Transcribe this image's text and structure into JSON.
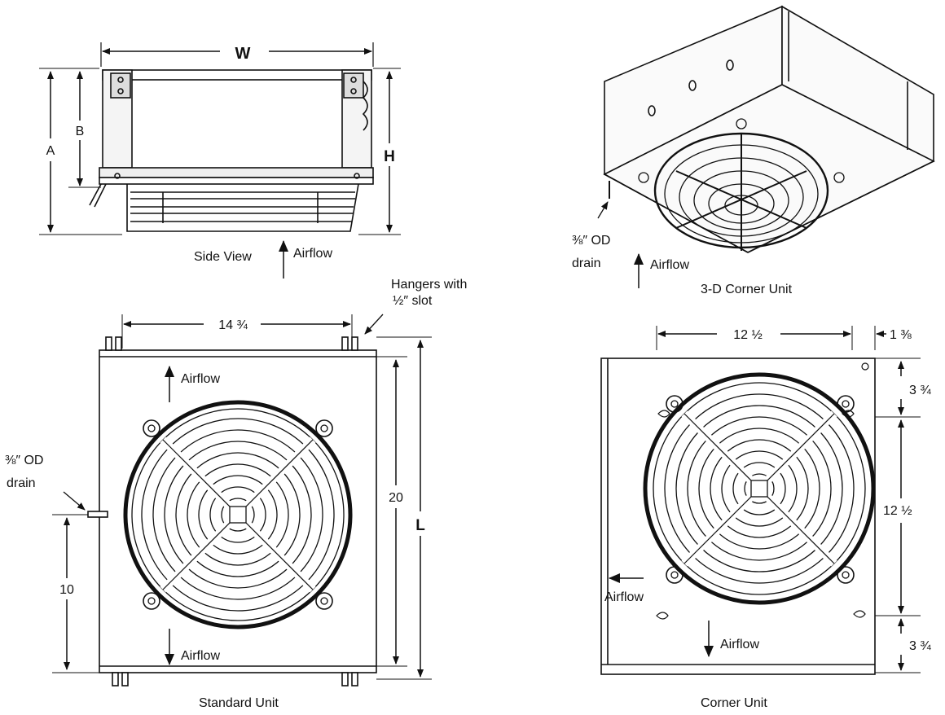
{
  "side_view": {
    "dim_w": "W",
    "dim_a": "A",
    "dim_b": "B",
    "dim_h": "H",
    "caption": "Side View",
    "airflow": "Airflow"
  },
  "corner_3d": {
    "drain_line1": "⅜″ OD",
    "drain_line2": "drain",
    "airflow": "Airflow",
    "caption": "3-D Corner Unit"
  },
  "standard_unit": {
    "hangers_line1": "Hangers with",
    "hangers_line2": "½″ slot",
    "dim_width": "14 ¾",
    "dim_height_inner": "20",
    "dim_length": "L",
    "dim_drain": "10",
    "drain_line1": "⅜″ OD",
    "drain_line2": "drain",
    "airflow_top": "Airflow",
    "airflow_bottom": "Airflow",
    "caption": "Standard Unit"
  },
  "corner_unit": {
    "dim_width": "12 ½",
    "dim_edge": "1 ⅜",
    "dim_top": "3 ¾",
    "dim_mid": "12 ½",
    "dim_bottom": "3 ¾",
    "airflow_side": "Airflow",
    "airflow_bottom": "Airflow",
    "caption": "Corner Unit"
  }
}
